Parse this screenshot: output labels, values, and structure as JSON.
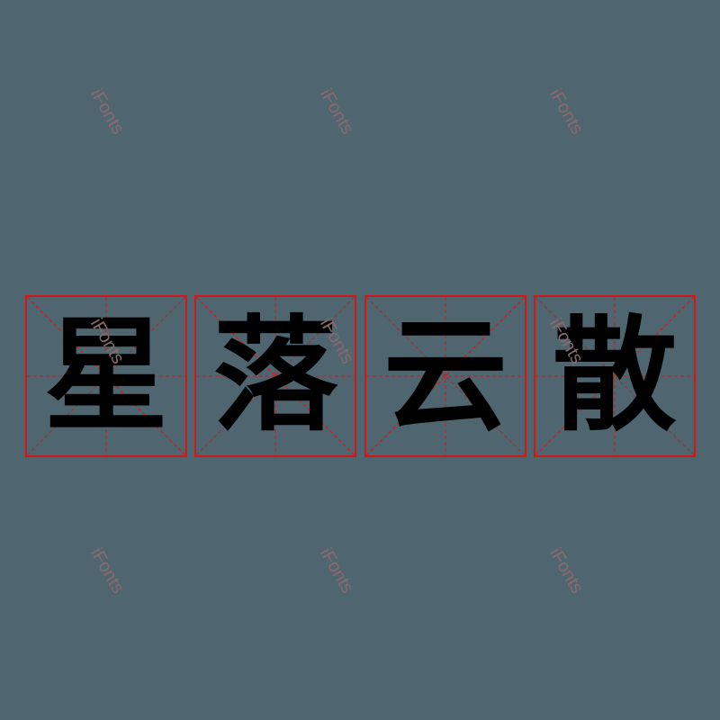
{
  "title_characters": [
    "星",
    "落",
    "云",
    "散"
  ],
  "watermark": "iFonts",
  "colors": {
    "background": "#4f6670",
    "grid": "#d01818",
    "glyph": "#000000",
    "watermark": "#8a6a6e"
  }
}
